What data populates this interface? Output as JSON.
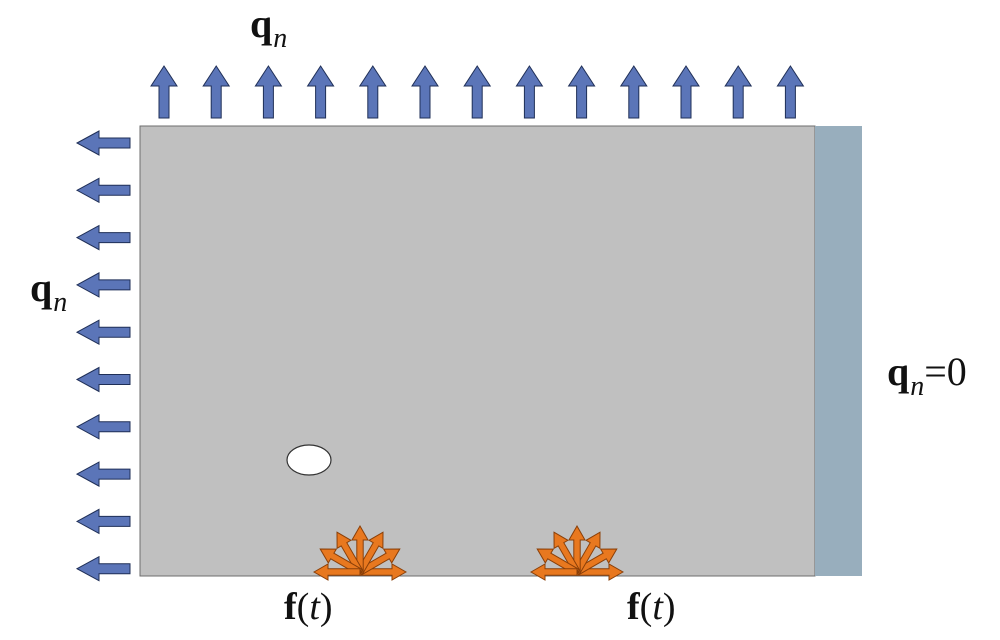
{
  "labels": {
    "top_flux": {
      "symbol": "q",
      "subscript": "n"
    },
    "left_flux": {
      "symbol": "q",
      "subscript": "n"
    },
    "right_condition": {
      "symbol": "q",
      "subscript": "n",
      "equals": "=0"
    },
    "source_left": {
      "func": "f",
      "open": "(",
      "arg": "t",
      "close": ")"
    },
    "source_right": {
      "func": "f",
      "open": "(",
      "arg": "t",
      "close": ")"
    }
  },
  "colors": {
    "domain_fill": "#c0c0c0",
    "right_wall": "#98aebd",
    "flux_arrow_fill": "#5b75b8",
    "flux_arrow_stroke": "#1f2f57",
    "source_arrow_fill": "#e8781f",
    "source_arrow_stroke": "#8a3f08",
    "hole_fill": "#ffffff"
  },
  "counts": {
    "top_arrows": 13,
    "left_arrows": 10,
    "source_rays": 7
  }
}
